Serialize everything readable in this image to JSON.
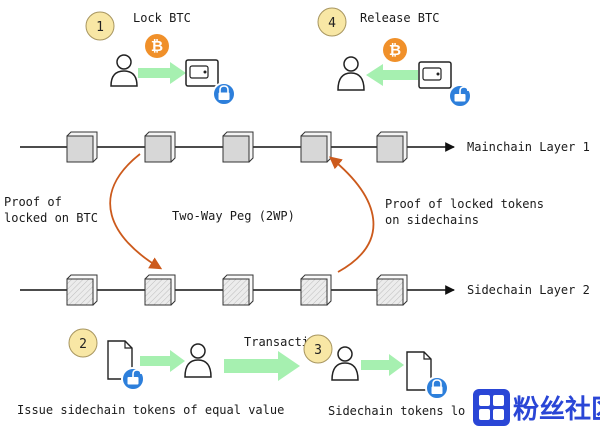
{
  "steps": [
    {
      "number": "1",
      "label": "Lock BTC"
    },
    {
      "number": "4",
      "label": "Release BTC"
    },
    {
      "number": "2",
      "label": "Issue sidechain tokens of equal value"
    },
    {
      "number": "3",
      "label": "Sidechain tokens lo"
    }
  ],
  "chains": {
    "mainchain": "Mainchain Layer 1",
    "sidechain": "Sidechain Layer 2"
  },
  "peg": {
    "left_line1": "Proof of",
    "left_line2": "locked on BTC",
    "center": "Two-Way Peg (2WP)",
    "right_line1": "Proof of locked tokens",
    "right_line2": "on sidechains"
  },
  "transaction_label": "Transaction",
  "icons": {
    "bitcoin": "bitcoin-icon",
    "user": "user-icon",
    "wallet": "wallet-icon",
    "lock_closed": "lock-closed-icon",
    "lock_open": "lock-open-icon",
    "document": "document-icon"
  },
  "bitcoin_symbol": "₿",
  "watermark": {
    "text": "粉丝社区"
  },
  "colors": {
    "step_circle": "#f8e7a5",
    "bitcoin": "#f0902a",
    "arrow_green": "#a6f0b0",
    "lock_blue": "#2d7fdb",
    "peg_arrow": "#cc5a1c",
    "block_fill": "#d7d7d7",
    "watermark": "#2a46d6"
  }
}
